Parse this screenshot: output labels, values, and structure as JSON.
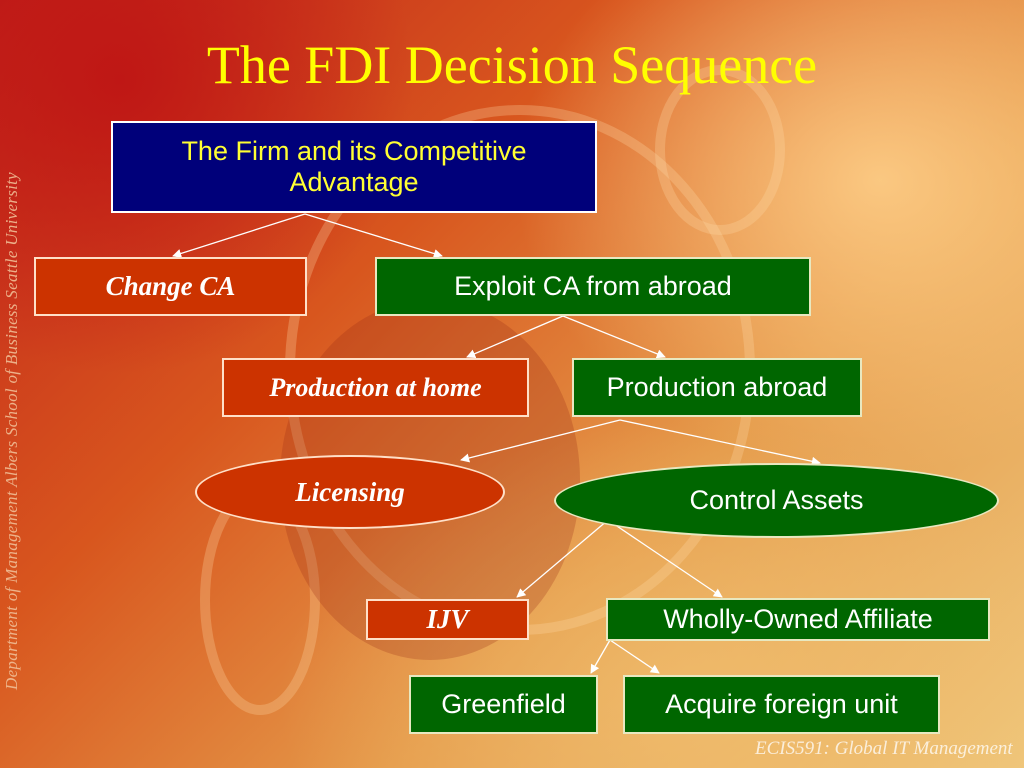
{
  "slide": {
    "title": "The FDI Decision Sequence",
    "side_text": "Department of Management  Albers School of Business  Seattle University",
    "footer": "ECIS591: Global IT Management"
  },
  "nodes": {
    "firm": "The Firm and its Competitive Advantage",
    "change_ca": "Change CA",
    "exploit_ca": "Exploit CA from abroad",
    "production_home": "Production at home",
    "production_abroad": "Production abroad",
    "licensing": "Licensing",
    "control_assets": "Control Assets",
    "ijv": "IJV",
    "wholly_owned": "Wholly-Owned Affiliate",
    "greenfield": "Greenfield",
    "acquire": "Acquire foreign unit"
  },
  "colors": {
    "title": "#ffff00",
    "navy_box": "#00007a",
    "green_box": "#006600",
    "red_box": "#cc3300",
    "connector": "#ffffff"
  }
}
